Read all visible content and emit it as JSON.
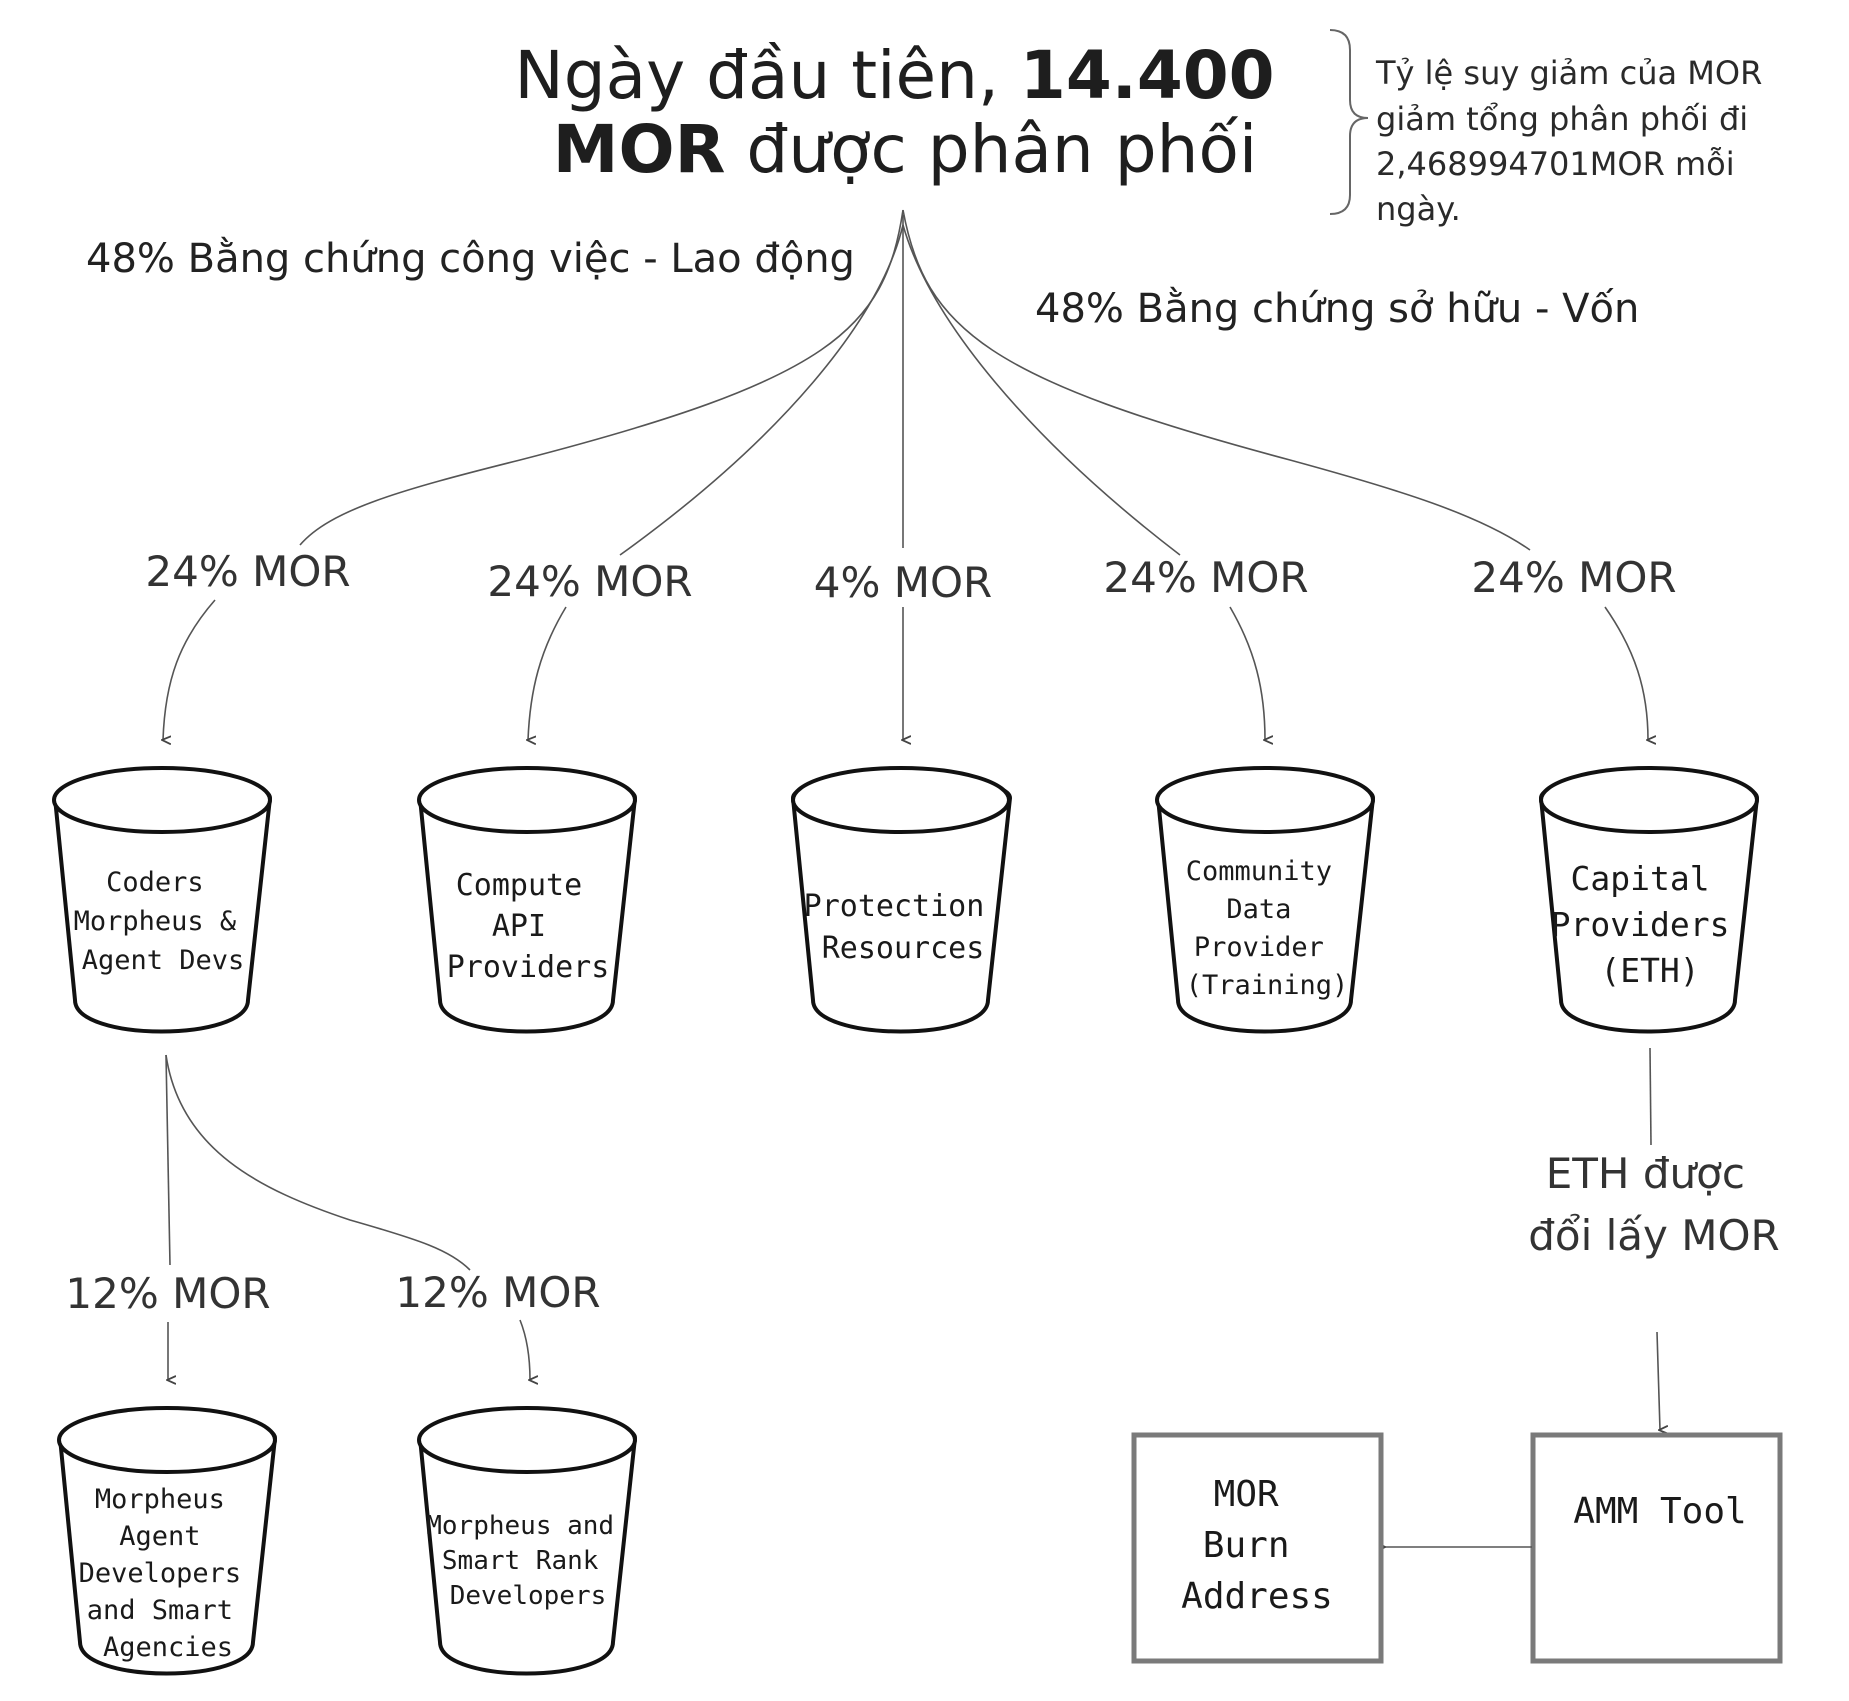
{
  "title": {
    "line1_normal": "Ngày đầu tiên, ",
    "line1_bold": "14.400",
    "line2_bold": "MOR",
    "line2_normal": " được phân phối"
  },
  "note": {
    "lines": [
      "Tỷ lệ suy giảm của MOR",
      "giảm tổng phân phối đi",
      "2,468994701MOR mỗi",
      "ngày."
    ]
  },
  "branches": {
    "work": "48% Bằng chứng công việc - Lao động",
    "capital": "48% Bằng chứng sở hữu - Vốn"
  },
  "buckets": [
    {
      "percent": "24% MOR",
      "lines": [
        "Coders",
        "Morpheus &",
        "Agent Devs"
      ]
    },
    {
      "percent": "24% MOR",
      "lines": [
        "Compute",
        "API",
        "Providers"
      ]
    },
    {
      "percent": "4% MOR",
      "lines": [
        "Protection",
        "Resources"
      ]
    },
    {
      "percent": "24% MOR",
      "lines": [
        "Community",
        "Data",
        "Provider",
        "(Training)"
      ]
    },
    {
      "percent": "24% MOR",
      "lines": [
        "Capital",
        "Providers",
        "(ETH)"
      ]
    }
  ],
  "sub_buckets": [
    {
      "percent": "12% MOR",
      "lines": [
        "Morpheus",
        "Agent",
        "Developers",
        "and Smart",
        "Agencies"
      ]
    },
    {
      "percent": "12% MOR",
      "lines": [
        "Morpheus and",
        "Smart Rank",
        "Developers"
      ]
    }
  ],
  "eth_swap": {
    "lines": [
      "ETH được",
      "đổi lấy  MOR"
    ]
  },
  "amm_tool": {
    "label": "AMM Tool"
  },
  "burn_address": {
    "lines": [
      "MOR",
      "Burn",
      "Address"
    ]
  }
}
